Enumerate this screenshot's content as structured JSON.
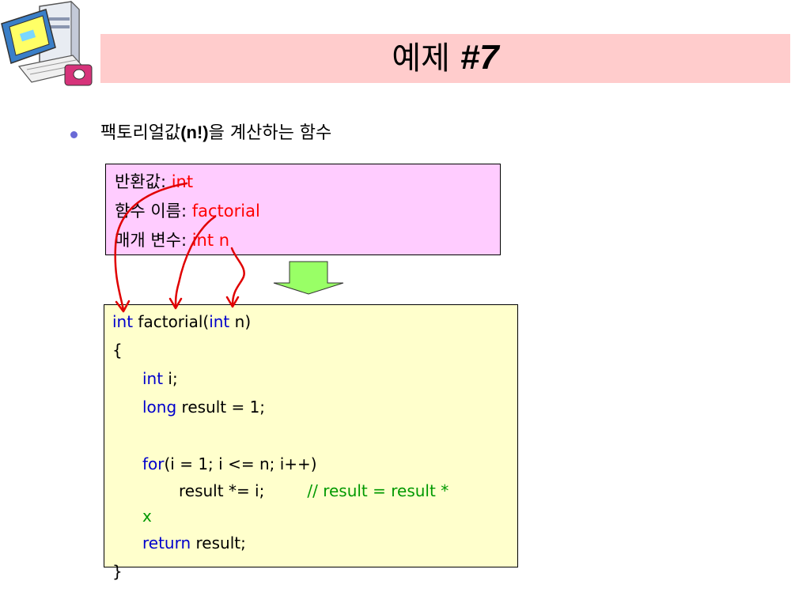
{
  "slide": {
    "title_main": "예제 ",
    "title_num": "#7"
  },
  "bullet": {
    "pre": "팩토리얼값",
    "em": "(n!)",
    "post": "을 계산하는 함수"
  },
  "info_box": {
    "lines": [
      {
        "label": "반환값: ",
        "value": "int"
      },
      {
        "label": "함수 이름: ",
        "value": "factorial"
      },
      {
        "label": "매개 변수: ",
        "value": "int n"
      }
    ]
  },
  "code": {
    "l1_kw": "int",
    "l1_a": " factorial(",
    "l1_kw2": "int",
    "l1_b": " n)",
    "l2": "{",
    "l3_kw": "int",
    "l3_rest": " i;",
    "l4_kw": "long",
    "l4_rest": " result = 1;",
    "l6_kw": "for",
    "l6_rest": "(i = 1; i <= n; i++)",
    "l7_code": "result *= i;",
    "l7_comment": "// result = result *",
    "l8_comment": "x",
    "l9_kw": "return",
    "l9_rest": " result;",
    "l10": "}"
  },
  "colors": {
    "title_bg": "#ffcccc",
    "info_bg": "#ffccff",
    "code_bg": "#ffffcc",
    "keyword": "#0000cc",
    "comment": "#009900",
    "highlight": "#ff0000",
    "arrow_fill": "#99ff66"
  }
}
